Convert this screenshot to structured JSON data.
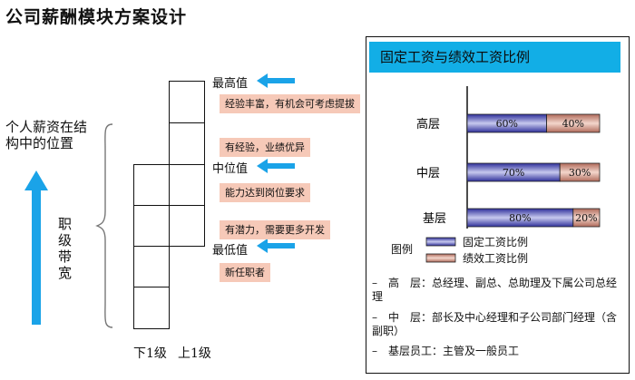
{
  "title": "公司薪酬模块方案设计",
  "side_label": "个人薪资在结构中的位置",
  "band_label": "职级带宽",
  "levels": [
    "最高值",
    "中位值",
    "最低值"
  ],
  "notes": [
    "经验丰富，有机会可考虑提拔",
    "有经验，业绩优异",
    "能力达到岗位要求",
    "有潜力，需要更多开发",
    "新任职者"
  ],
  "axis": [
    "下1级",
    "上1级"
  ],
  "panel": {
    "title": "固定工资与绩效工资比例",
    "legend_label": "图例",
    "descriptions": [
      "高　层：总经理、副总、总助理及下属公司总经理",
      "中　层：部长及中心经理和子公司部门经理（含副职）",
      "基层员工：主管及一般员工"
    ]
  },
  "chart_data": {
    "type": "bar",
    "orientation": "horizontal",
    "stacked": true,
    "categories": [
      "高层",
      "中层",
      "基层"
    ],
    "series": [
      {
        "name": "固定工资比例",
        "values": [
          60,
          70,
          80
        ],
        "labels": [
          "60%",
          "70%",
          "80%"
        ],
        "color": "#3b3fa6"
      },
      {
        "name": "绩效工资比例",
        "values": [
          40,
          30,
          20
        ],
        "labels": [
          "40%",
          "30%",
          "20%"
        ],
        "color": "#c98a7a"
      }
    ],
    "xlim": [
      0,
      100
    ]
  },
  "colors": {
    "accent": "#12aee6",
    "note_bg": "#f6c9b8",
    "arrow": "#1aa3e8"
  }
}
